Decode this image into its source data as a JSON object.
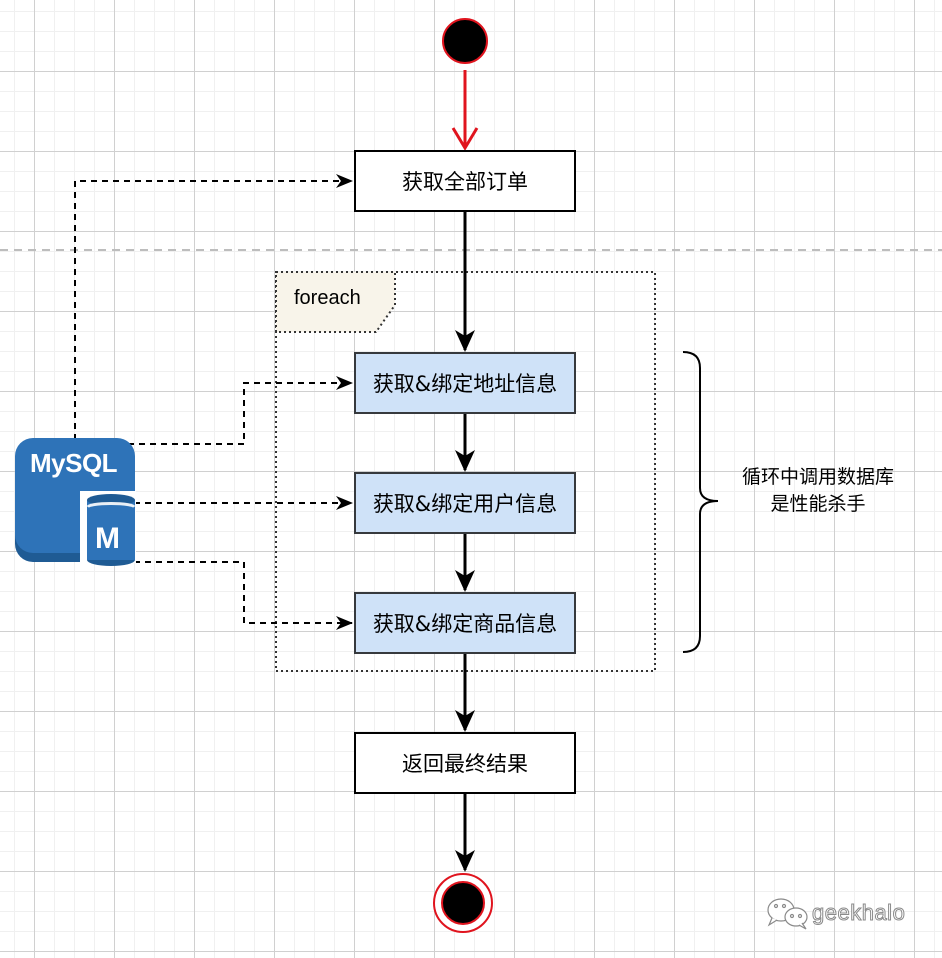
{
  "diagram": {
    "type": "activity-flow",
    "nodes": {
      "start": {
        "kind": "initial-node"
      },
      "get_orders": {
        "label": "获取全部订单"
      },
      "bind_address": {
        "label": "获取&绑定地址信息"
      },
      "bind_user": {
        "label": "获取&绑定用户信息"
      },
      "bind_product": {
        "label": "获取&绑定商品信息"
      },
      "return_result": {
        "label": "返回最终结果"
      },
      "end": {
        "kind": "final-node"
      }
    },
    "loop_frame": {
      "label": "foreach"
    },
    "database": {
      "label": "MySQL",
      "badge": "M"
    },
    "annotation": {
      "line1": "循环中调用数据库",
      "line2": "是性能杀手"
    },
    "edges": [
      {
        "from": "start",
        "to": "get_orders",
        "style": "solid-red"
      },
      {
        "from": "get_orders",
        "to": "bind_address",
        "style": "solid"
      },
      {
        "from": "bind_address",
        "to": "bind_user",
        "style": "solid"
      },
      {
        "from": "bind_user",
        "to": "bind_product",
        "style": "solid"
      },
      {
        "from": "bind_product",
        "to": "return_result",
        "style": "solid"
      },
      {
        "from": "return_result",
        "to": "end",
        "style": "solid"
      },
      {
        "from": "database",
        "to": "get_orders",
        "style": "dashed"
      },
      {
        "from": "database",
        "to": "bind_address",
        "style": "dashed"
      },
      {
        "from": "database",
        "to": "bind_user",
        "style": "dashed"
      },
      {
        "from": "database",
        "to": "bind_product",
        "style": "dashed"
      }
    ],
    "colors": {
      "start_stroke": "#e0141e",
      "loop_fill": "#cfe2f8",
      "frame_label_fill": "#f8f4ea",
      "mysql_blue": "#2e73b8",
      "mysql_dark": "#1f5b94"
    }
  },
  "watermark": {
    "text": "geekhalo"
  }
}
